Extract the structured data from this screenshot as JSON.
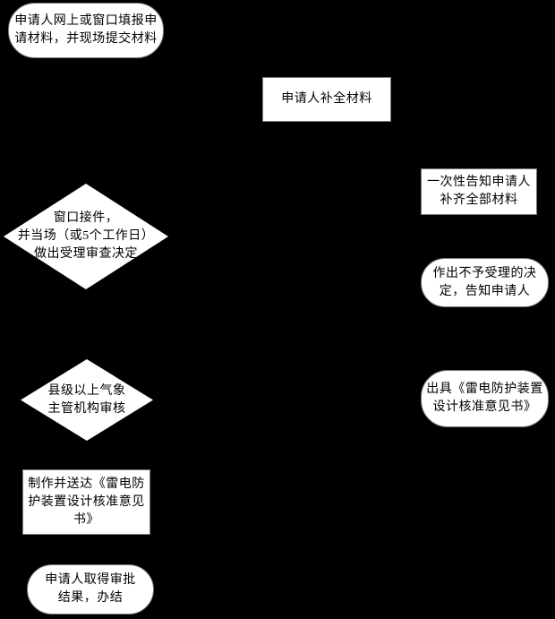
{
  "flowchart": {
    "colors": {
      "background": "#000000",
      "node_fill": "#ffffff",
      "node_text": "#000000"
    },
    "nodes": {
      "start": {
        "shape": "terminator",
        "lines": [
          "申请人网上或窗口填报申",
          "请材料，并现场提交材料"
        ]
      },
      "supplement": {
        "shape": "process",
        "lines": [
          "申请人补全材料"
        ]
      },
      "notify": {
        "shape": "process",
        "lines": [
          "一次性告知申请人",
          "补齐全部材料"
        ]
      },
      "window_decision": {
        "shape": "decision",
        "lines": [
          "窗口接件，",
          "并当场（或5个工作日）",
          "做出受理审查决定"
        ]
      },
      "reject": {
        "shape": "terminator",
        "lines": [
          "作出不予受理的决",
          "定，告知申请人"
        ]
      },
      "review": {
        "shape": "decision",
        "lines": [
          "县级以上气象",
          "主管机构审核"
        ]
      },
      "issue": {
        "shape": "terminator",
        "lines": [
          "出具《雷电防护装置",
          "设计核准意见书》"
        ]
      },
      "deliver": {
        "shape": "process",
        "lines": [
          "制作并送达《雷电防",
          "护装置设计核准意见",
          "书》"
        ]
      },
      "end": {
        "shape": "terminator",
        "lines": [
          "申请人取得审批",
          "结果，办结"
        ]
      }
    }
  }
}
